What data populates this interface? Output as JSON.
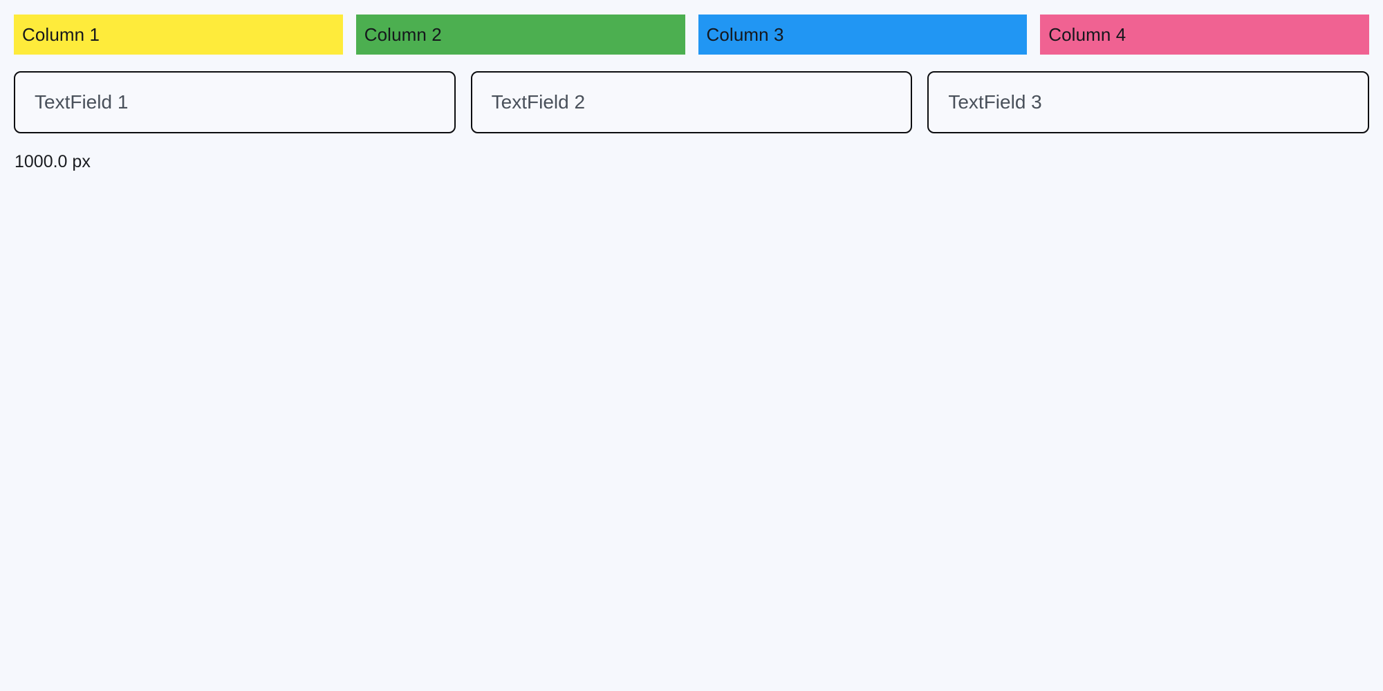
{
  "page": {
    "background_color": "#f6f8fd"
  },
  "columns": {
    "items": [
      {
        "label": "Column 1",
        "color": "#feeb3b",
        "text_color": "#15171c"
      },
      {
        "label": "Column 2",
        "color": "#4caf50",
        "text_color": "#15171c"
      },
      {
        "label": "Column 3",
        "color": "#2196f3",
        "text_color": "#15171c"
      },
      {
        "label": "Column 4",
        "color": "#f06292",
        "text_color": "#15171c"
      }
    ]
  },
  "textfields": {
    "items": [
      {
        "value": "TextField 1",
        "placeholder": "TextField 1"
      },
      {
        "value": "TextField 2",
        "placeholder": "TextField 2"
      },
      {
        "value": "TextField 3",
        "placeholder": "TextField 3"
      }
    ],
    "border_color": "#0c0d10",
    "text_color": "#49505a"
  },
  "status": {
    "measurement": "1000.0 px"
  }
}
